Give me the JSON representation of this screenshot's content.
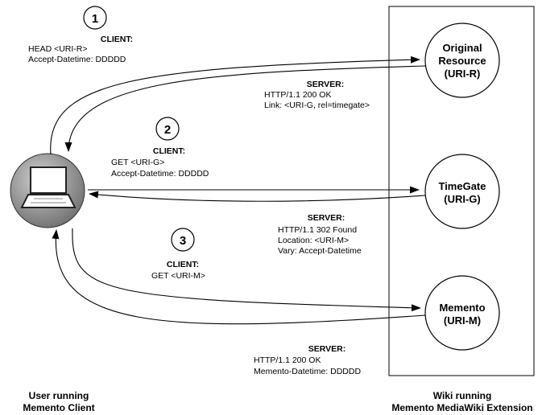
{
  "steps": {
    "step1": "1",
    "step2": "2",
    "step3": "3"
  },
  "nodes": {
    "original": {
      "line1": "Original",
      "line2": "Resource",
      "line3": "(URI-R)"
    },
    "timegate": {
      "line1": "TimeGate",
      "line2": "(URI-G)"
    },
    "memento": {
      "line1": "Memento",
      "line2": "(URI-M)"
    }
  },
  "messages": {
    "client1": {
      "label": "CLIENT:",
      "line1": "HEAD <URI-R>",
      "line2": "Accept-Datetime: DDDDD"
    },
    "server1": {
      "label": "SERVER:",
      "line1": "HTTP/1.1 200 OK",
      "line2": "Link: <URI-G, rel=timegate>"
    },
    "client2": {
      "label": "CLIENT:",
      "line1": "GET <URI-G>",
      "line2": "Accept-Datetime:  DDDDD"
    },
    "server2": {
      "label": "SERVER:",
      "line1": "HTTP/1.1 302 Found",
      "line2": "Location: <URI-M>",
      "line3": "Vary: Accept-Datetime"
    },
    "client3": {
      "label": "CLIENT:",
      "line1": "GET <URI-M>"
    },
    "server3": {
      "label": "SERVER:",
      "line1": "HTTP/1.1 200 OK",
      "line2": "Memento-Datetime:  DDDDD"
    }
  },
  "captions": {
    "user": {
      "line1": "User running",
      "line2": "Memento Client"
    },
    "wiki": {
      "line1": "Wiki running",
      "line2": "Memento MediaWiki Extension"
    }
  },
  "icons": {
    "client": "laptop-icon"
  }
}
